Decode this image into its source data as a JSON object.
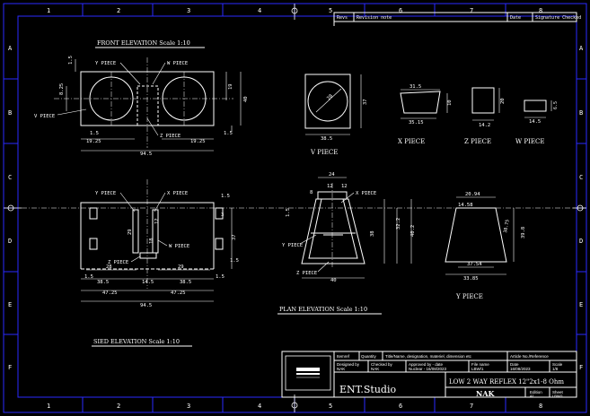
{
  "border": {
    "columns": [
      "1",
      "2",
      "3",
      "4",
      "5",
      "6",
      "7",
      "8"
    ],
    "rows": [
      "A",
      "B",
      "C",
      "D",
      "E",
      "F"
    ]
  },
  "revision_table": {
    "revs": "Revs",
    "revision_note": "Revision note",
    "date": "Date",
    "signature": "Signature Checked"
  },
  "views": {
    "front_elevation": "FRONT ELEVATION  Scale 1:10",
    "plan_elevation": "PLAN ELEVATION  Scale 1:10",
    "sied_elevation": "SIED ELEVATION  Scale 1:10",
    "v_piece": "V PIECE",
    "x_piece": "X PIECE",
    "z_piece": "Z PIECE",
    "w_piece": "W PIECE",
    "y_piece": "Y PIECE"
  },
  "callouts": {
    "y_piece": "Y PIECE",
    "w_piece": "W PIECE",
    "v_piece": "V PIECE",
    "z_piece": "Z PIECE",
    "x_piece": "X PIECE"
  },
  "dims": {
    "front": {
      "d1_5a": "1.5",
      "d8_25": "8.25",
      "d19": "19",
      "d40": "40",
      "d1_5b": "1.5",
      "d19_25": "19.25",
      "d19_25b": "19.25",
      "d1_5c": "1.5",
      "d94_5": "94.5",
      "d37": "37",
      "d1_5d": "1.5",
      "d1_5e": "1.5"
    },
    "vpiece": {
      "d28": "28",
      "d37": "37",
      "d38_5": "38.5"
    },
    "xpiece": {
      "d31_5": "31.5",
      "d10": "10",
      "d35_15": "35.15"
    },
    "zpiece": {
      "d14_2": "14.2",
      "d20": "20"
    },
    "wpiece": {
      "d14_5": "14.5",
      "d6_5": "6.5"
    },
    "side": {
      "d1_5a": "1.5",
      "d3": "3",
      "d29": "29",
      "d38_5": "38.5",
      "d1_5b": "1.5",
      "d29b": "29",
      "d28": "28",
      "d1_5c": "1.5",
      "d38_5b": "38.5",
      "d14_5": "14.5",
      "d38_5c": "38.5",
      "d1_5d": "1.5",
      "d47_25": "47.25",
      "d47_25b": "47.25",
      "d94_5": "94.5",
      "d18": "18",
      "d37": "37",
      "d12": "12"
    },
    "plan": {
      "d24": "24",
      "d12a": "12",
      "d12b": "12",
      "d8": "8",
      "d1_5": "1.5",
      "d38": "38",
      "d32_2": "32.2",
      "d40": "40",
      "d40b": "40",
      "d40_2": "40.2"
    },
    "ypiece": {
      "d20_94": "20.94",
      "d14_58": "14.58",
      "d37_54": "37.54",
      "d33_85": "33.85",
      "d39_8": "39.8",
      "d38_75": "38.75"
    }
  },
  "title_block": {
    "item": "Itemref",
    "quantity": "Quantity",
    "title_desc": "Title/Name, designation, materiel, dimension etc",
    "article": "Article No./Reference",
    "designed_by_label": "Designed by",
    "designed_by": "NAK",
    "checked_by_label": "Checked by",
    "checked_by": "NAK",
    "approved_label": "Approved by - date",
    "approved": "Nuclear - 16/08/2023",
    "file_label": "File name",
    "file": "LBW/1",
    "date_label": "Date",
    "date": "16/08/2023",
    "scale_label": "Scale",
    "scale": "1/8",
    "logo": "ENT.Studio",
    "project_title": "LOW 2 WAY  REFLEX 12\"2x1-8 Ohm",
    "owner": "NAK",
    "edition_label": "Edition",
    "edition": "A1",
    "sheet_label": "Sheet",
    "sheet": "LBW/1"
  }
}
